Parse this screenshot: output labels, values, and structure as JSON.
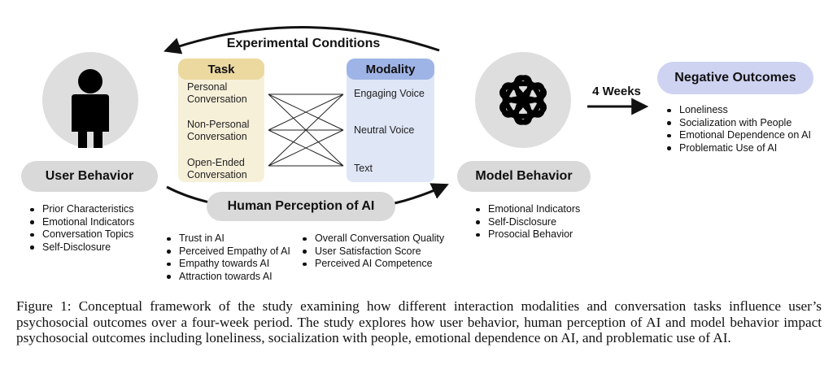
{
  "title": "Experimental Conditions",
  "task": {
    "header": "Task",
    "items": [
      "Personal Conversation",
      "Non-Personal Conversation",
      "Open-Ended Conversation"
    ]
  },
  "modality": {
    "header": "Modality",
    "items": [
      "Engaging Voice",
      "Neutral Voice",
      "Text"
    ]
  },
  "user_behavior": {
    "label": "User Behavior",
    "items": [
      "Prior Characteristics",
      "Emotional Indicators",
      "Conversation Topics",
      "Self-Disclosure"
    ]
  },
  "model_behavior": {
    "label": "Model Behavior",
    "items": [
      "Emotional Indicators",
      "Self-Disclosure",
      "Prosocial Behavior"
    ]
  },
  "human_perception": {
    "label": "Human Perception of AI",
    "items_left": [
      "Trust in AI",
      "Perceived Empathy of AI",
      "Empathy towards AI",
      "Attraction towards AI"
    ],
    "items_right": [
      "Overall Conversation Quality",
      "User Satisfaction Score",
      "Perceived AI Competence"
    ]
  },
  "duration_label": "4 Weeks",
  "negative_outcomes": {
    "label": "Negative Outcomes",
    "items": [
      "Loneliness",
      "Socialization with People",
      "Emotional Dependence on AI",
      "Problematic Use of AI"
    ]
  },
  "caption": "Figure 1: Conceptual framework of the study examining how different interaction modalities and conversation tasks influence user’s psychosocial outcomes over a four-week period. The study explores how user behavior, human perception of AI and model behavior impact psychosocial outcomes including loneliness, socialization with people, emotional dependence on AI, and problematic use of AI.",
  "icons": [
    "person-icon",
    "openai-logo-icon"
  ],
  "colors": {
    "task_header": "#ecd9a0",
    "task_body": "#f7f0d9",
    "modality_header": "#9fb4e6",
    "modality_body": "#dfe6f6",
    "pill": "#d9d9d9",
    "negative_outcomes": "#cfd3f2"
  }
}
